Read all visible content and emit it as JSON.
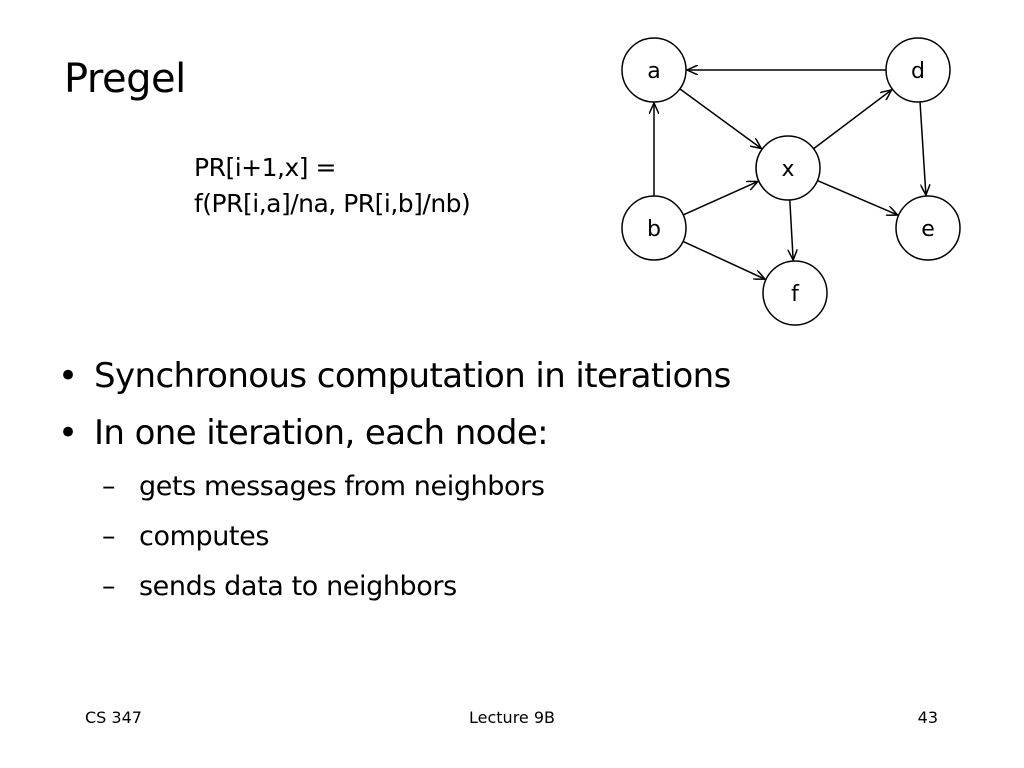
{
  "slide": {
    "title": "Pregel",
    "formula_line1": "PR[i+1,x] =",
    "formula_line2": "f(PR[i,a]/na, PR[i,b]/nb)"
  },
  "graph": {
    "nodes": {
      "a": "a",
      "b": "b",
      "d": "d",
      "e": "e",
      "f": "f",
      "x": "x"
    },
    "edges": [
      {
        "from": "d",
        "to": "a"
      },
      {
        "from": "b",
        "to": "a"
      },
      {
        "from": "a",
        "to": "x"
      },
      {
        "from": "b",
        "to": "x"
      },
      {
        "from": "b",
        "to": "f"
      },
      {
        "from": "x",
        "to": "f"
      },
      {
        "from": "x",
        "to": "d"
      },
      {
        "from": "x",
        "to": "e"
      },
      {
        "from": "d",
        "to": "e"
      }
    ]
  },
  "bullets": [
    {
      "text": "Synchronous computation in iterations",
      "subs": []
    },
    {
      "text": "In one iteration, each node:",
      "subs": [
        "gets messages from neighbors",
        "computes",
        "sends data to neighbors"
      ]
    }
  ],
  "bullet_symbol": "•",
  "sub_symbol": "–",
  "footer": {
    "left": "CS 347",
    "center": "Lecture 9B",
    "right": "43"
  }
}
